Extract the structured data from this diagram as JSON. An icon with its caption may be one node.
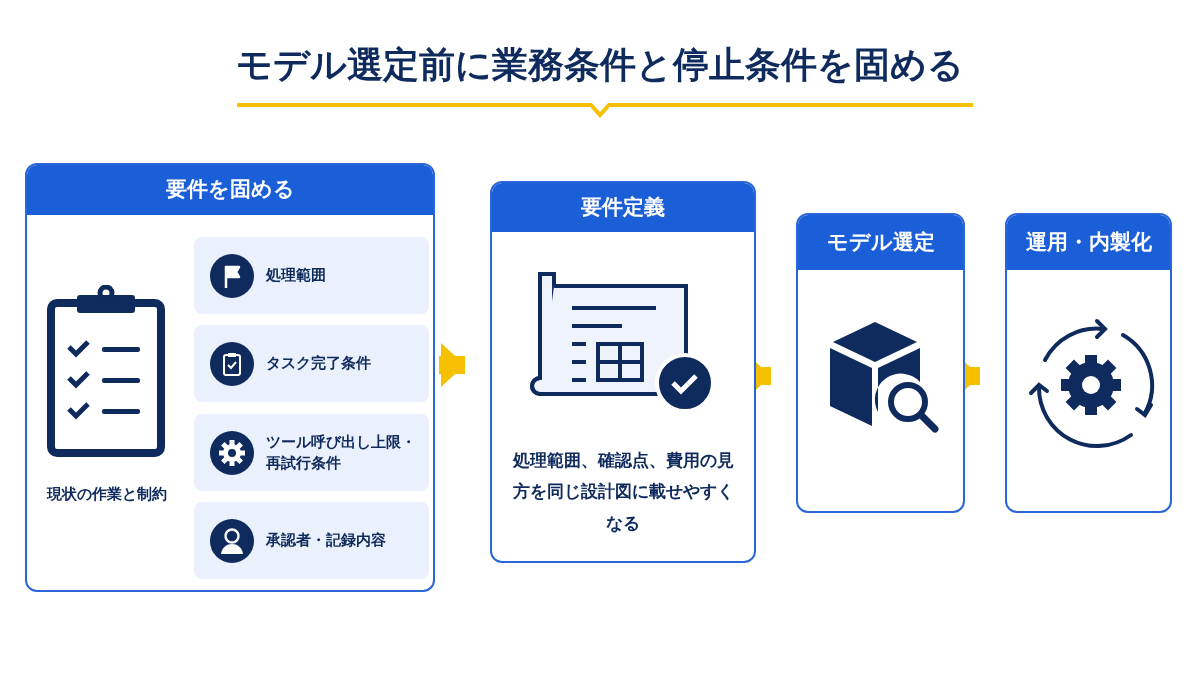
{
  "diagram": {
    "title": "モデル選定前に業務条件と停止条件を固める",
    "nodes": [
      {
        "text": [
          "要件を固める",
          "現状の作業と制約"
        ]
      },
      {
        "text": [
          "処理範囲"
        ],
        "in": 0
      },
      {
        "text": [
          "タスク完了条件"
        ],
        "in": 0
      },
      {
        "text": [
          "ツール呼び出し上限・再試行条件"
        ],
        "in": 0
      },
      {
        "text": [
          "承認者・記録内容"
        ],
        "in": 0
      },
      {
        "text": [
          "要件定義",
          "処理範囲、確認点、費用の見方を同じ設計図に載せやすくなる"
        ]
      },
      {
        "text": [
          "モデル選定"
        ]
      },
      {
        "text": [
          "運用・内製化"
        ]
      }
    ],
    "edges": [
      {
        "from": 0,
        "to": 5,
        "arrow": "to"
      },
      {
        "from": 5,
        "to": 6,
        "arrow": "to"
      },
      {
        "from": 6,
        "to": 7,
        "arrow": "to"
      }
    ]
  }
}
